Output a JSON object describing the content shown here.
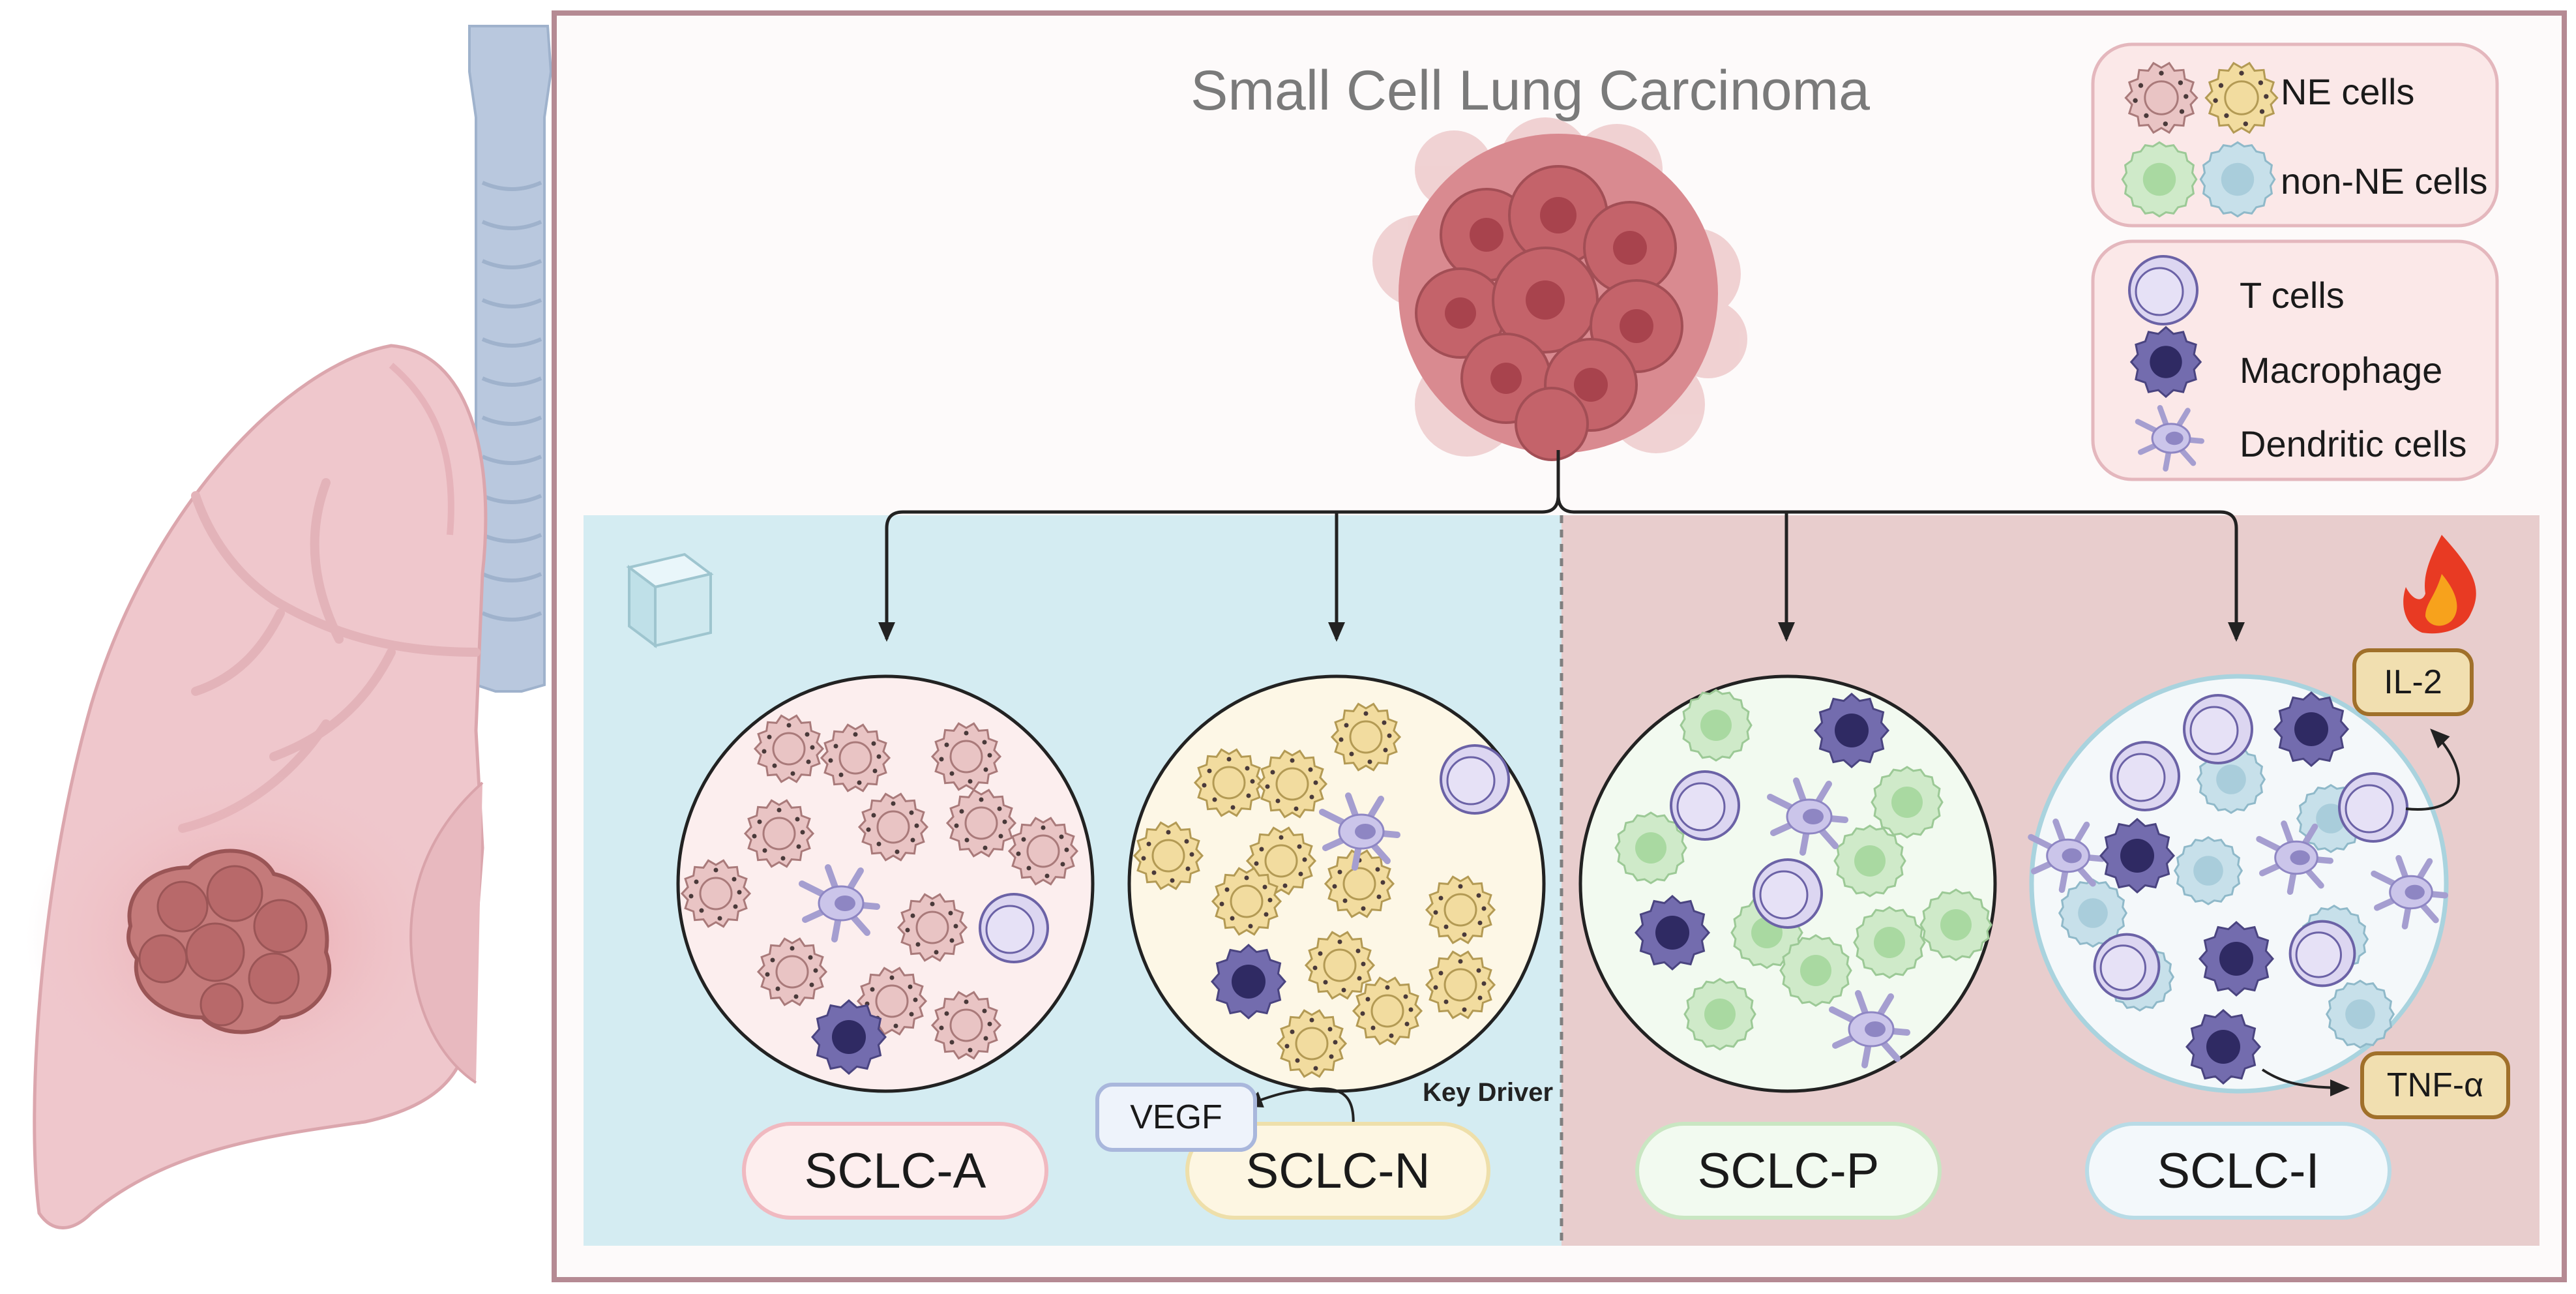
{
  "title": "Small Cell Lung Carcinoma",
  "legend": {
    "ne": "NE cells",
    "non_ne": "non-NE cells",
    "t_cells": "T cells",
    "macrophage": "Macrophage",
    "dendritic": "Dendritic cells"
  },
  "subtypes": [
    {
      "label": "SCLC-A"
    },
    {
      "label": "SCLC-N"
    },
    {
      "label": "SCLC-P"
    },
    {
      "label": "SCLC-I"
    }
  ],
  "annotations": {
    "vegf": "VEGF",
    "key_driver": "Key Driver",
    "il2": "IL-2",
    "tnf": "TNF-α"
  },
  "colors": {
    "cold_panel": "#d4ecf2",
    "hot_panel": "#e8cdcd",
    "border": "#b58a93",
    "ne_pink": "#e9c4c4",
    "ne_yellow": "#f2dc9f",
    "non_ne_green": "#cfeac9",
    "non_ne_blue": "#c7e0ea",
    "t_cell": "#dcd6f1",
    "macrophage": "#5d5797",
    "tumor": "#c0646a",
    "cytokine_fill": "#f1dfb0",
    "cytokine_border": "#a0702a"
  }
}
